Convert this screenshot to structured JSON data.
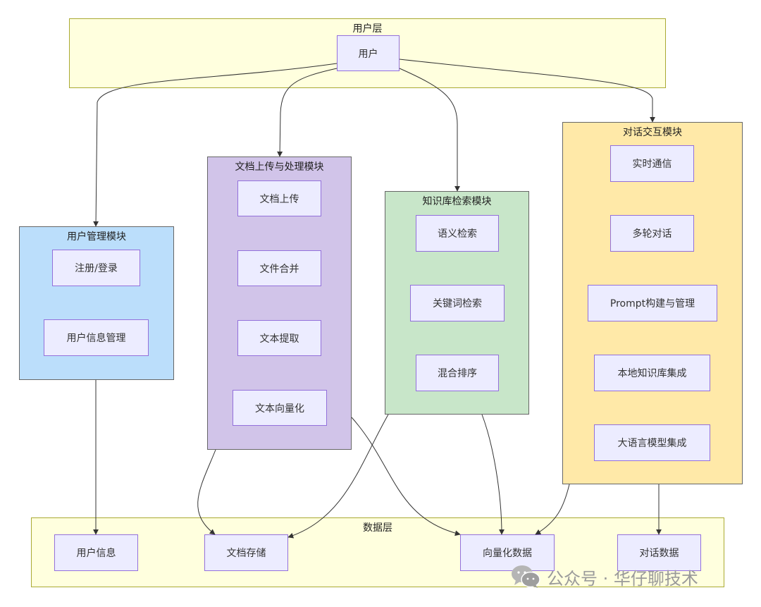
{
  "colors": {
    "user_layer_fill": "#FFFFDE",
    "data_layer_fill": "#FFFFDE",
    "user_module_fill": "#BBDEFB",
    "doc_module_fill": "#D1C4E9",
    "kb_module_fill": "#C8E6C9",
    "dialog_module_fill": "#FFE9A8",
    "node_fill": "#ECECFF",
    "node_border": "#9370DB",
    "edge": "#333333"
  },
  "user_layer": {
    "title": "用户层",
    "user_node": "用户"
  },
  "user_module": {
    "title": "用户管理模块",
    "nodes": [
      "注册/登录",
      "用户信息管理"
    ]
  },
  "doc_module": {
    "title": "文档上传与处理模块",
    "nodes": [
      "文档上传",
      "文件合并",
      "文本提取",
      "文本向量化"
    ]
  },
  "kb_module": {
    "title": "知识库检索模块",
    "nodes": [
      "语义检索",
      "关键词检索",
      "混合排序"
    ]
  },
  "dialog_module": {
    "title": "对话交互模块",
    "nodes": [
      "实时通信",
      "多轮对话",
      "Prompt构建与管理",
      "本地知识库集成",
      "大语言模型集成"
    ]
  },
  "data_layer": {
    "title": "数据层",
    "nodes": [
      "用户信息",
      "文档存储",
      "向量化数据",
      "对话数据"
    ]
  },
  "edges": [
    [
      "user",
      "user_module"
    ],
    [
      "user",
      "doc_module"
    ],
    [
      "user",
      "kb_module"
    ],
    [
      "user",
      "dialog_module"
    ],
    [
      "user_module",
      "data_user_info"
    ],
    [
      "doc_module",
      "data_doc_storage"
    ],
    [
      "doc_module",
      "data_vector"
    ],
    [
      "kb_module",
      "data_doc_storage"
    ],
    [
      "kb_module",
      "data_vector"
    ],
    [
      "dialog_module",
      "data_vector"
    ],
    [
      "dialog_module",
      "data_dialog"
    ]
  ],
  "watermark": {
    "icon": "wechat-icon",
    "text": "公众号 · 华仔聊技术"
  }
}
